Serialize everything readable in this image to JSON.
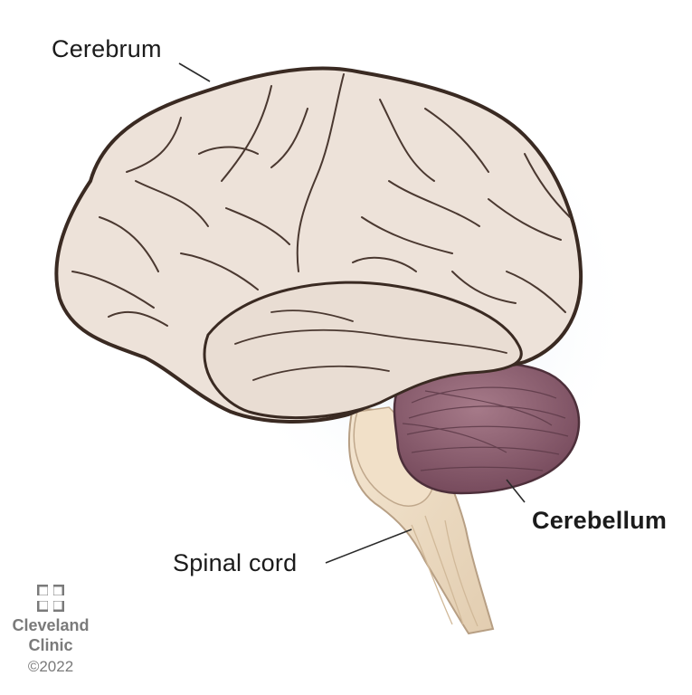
{
  "labels": {
    "cerebrum": "Cerebrum",
    "cerebellum": "Cerebellum",
    "spinal_cord": "Spinal cord"
  },
  "brand": {
    "name_line1": "Cleveland",
    "name_line2": "Clinic",
    "copyright": "©2022",
    "logo_icon": "cleveland-clinic-cross-logo"
  },
  "colors": {
    "cerebrum_fill": "#ede2d9",
    "cerebrum_outline": "#3a2a22",
    "cerebellum_fill": "#8c5e6e",
    "brainstem_fill": "#eddcc4",
    "label_text": "#1b1b1b",
    "brand_gray": "#7a7a7a"
  }
}
